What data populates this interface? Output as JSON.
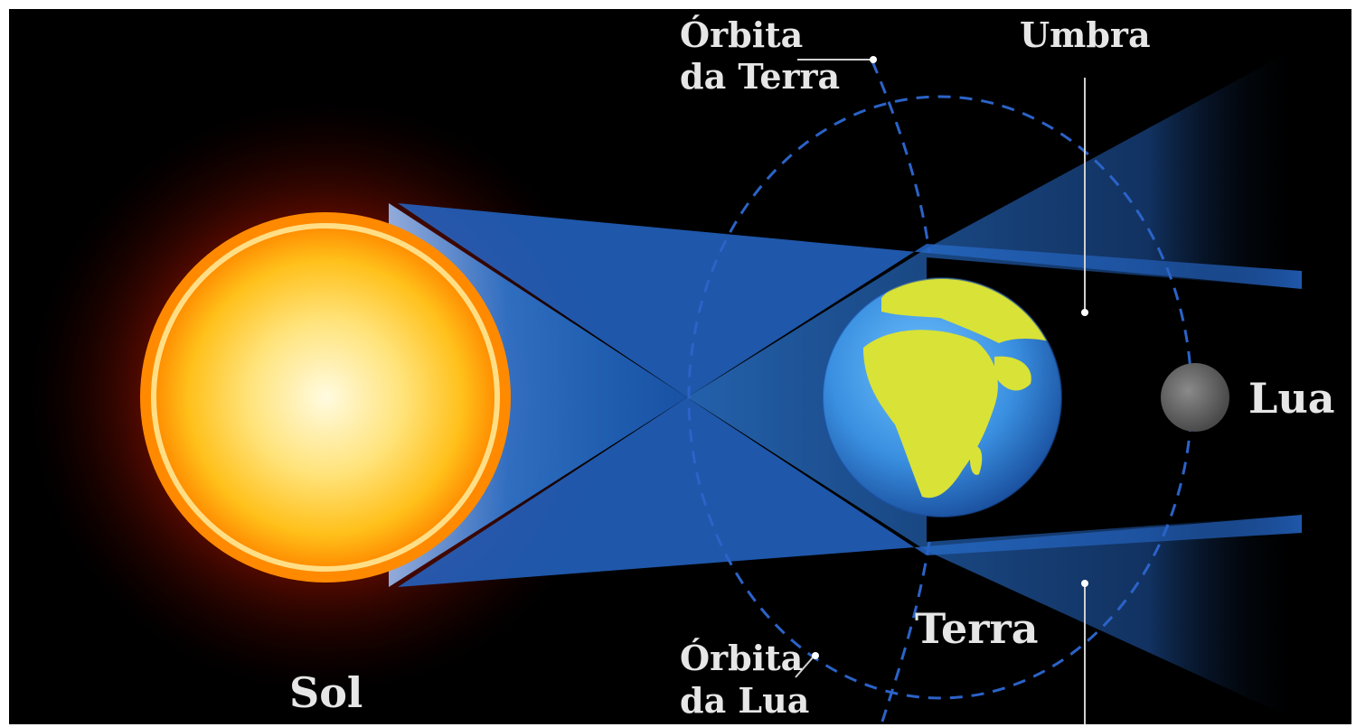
{
  "labels": {
    "sun": "Sol",
    "earth": "Terra",
    "moon": "Lua",
    "umbra": "Umbra",
    "earth_orbit_line1": "Órbita",
    "earth_orbit_line2": "da Terra",
    "moon_orbit_line1": "Órbita",
    "moon_orbit_line2": "da Lua"
  },
  "colors": {
    "background": "#000000",
    "frame": "#ffffff",
    "cone": "#2e7fe0",
    "orbit_dash": "#2b63c8",
    "sun_core": "#fff3a0",
    "sun_edge": "#ffb100",
    "earth_ocean": "#3a8fe0",
    "earth_land": "#d9e236",
    "moon": "#6e6e6e",
    "label_text": "#e6e6e6"
  }
}
